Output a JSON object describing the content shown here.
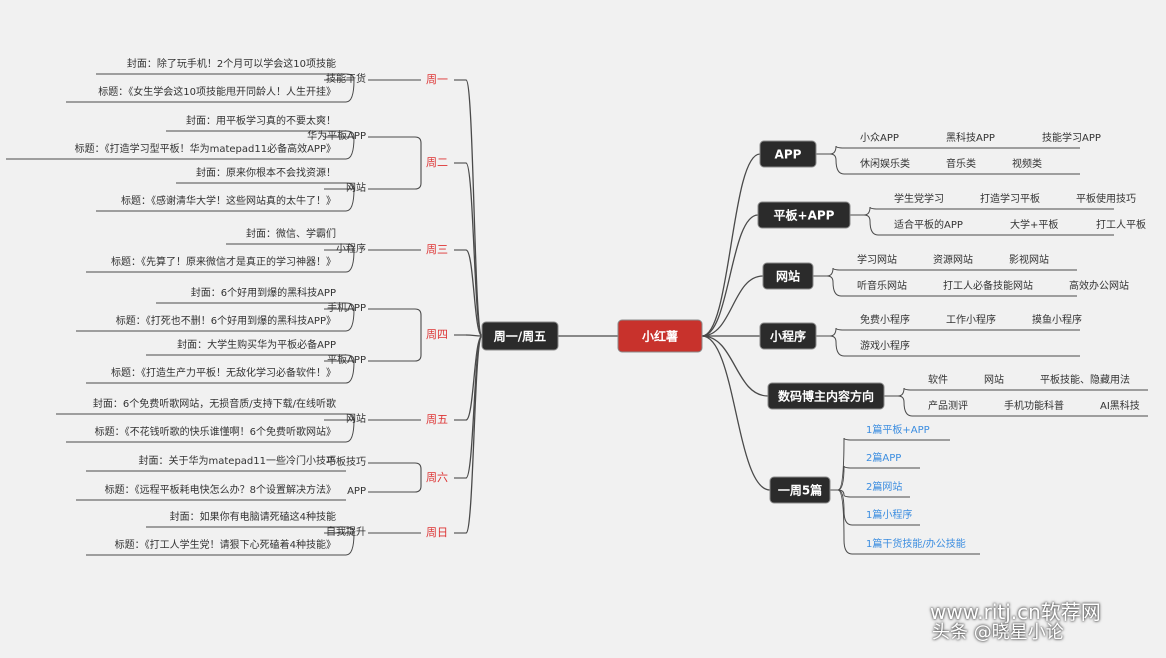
{
  "center": "小红薯",
  "left_main": "周一/周五",
  "days": [
    {
      "name": "周一",
      "categories": [
        {
          "name": "技能干货",
          "items": [
            "封面：除了玩手机！2个月可以学会这10项技能",
            "标题：《女生学会这10项技能甩开同龄人！人生开挂》"
          ]
        }
      ]
    },
    {
      "name": "周二",
      "categories": [
        {
          "name": "华为平板APP",
          "items": [
            "封面：用平板学习真的不要太爽！",
            "标题：《打造学习型平板！华为matepad11必备高效APP》"
          ]
        },
        {
          "name": "网站",
          "items": [
            "封面：原来你根本不会找资源！",
            "标题：《感谢清华大学！这些网站真的太牛了！》"
          ]
        }
      ]
    },
    {
      "name": "周三",
      "categories": [
        {
          "name": "小程序",
          "items": [
            "封面：微信、学霸们",
            "标题：《先算了！原来微信才是真正的学习神器！》"
          ]
        }
      ]
    },
    {
      "name": "周四",
      "categories": [
        {
          "name": "手机APP",
          "items": [
            "封面：6个好用到爆的黑科技APP",
            "标题：《打死也不删！6个好用到爆的黑科技APP》"
          ]
        },
        {
          "name": "平板APP",
          "items": [
            "封面：大学生购买华为平板必备APP",
            "标题：《打造生产力平板！无敌化学习必备软件！》"
          ]
        }
      ]
    },
    {
      "name": "周五",
      "categories": [
        {
          "name": "网站",
          "items": [
            "封面：6个免费听歌网站，无损音质/支持下载/在线听歌",
            "标题：《不花钱听歌的快乐谁懂啊！6个免费听歌网站》"
          ]
        }
      ]
    },
    {
      "name": "周六",
      "categories": [
        {
          "name": "平板技巧",
          "items": [
            "封面：关于华为matepad11一些冷门小技巧"
          ]
        },
        {
          "name": "APP",
          "items": [
            "标题：《远程平板耗电快怎么办？8个设置解决方法》"
          ]
        }
      ]
    },
    {
      "name": "周日",
      "categories": [
        {
          "name": "自我提升",
          "items": [
            "封面：如果你有电脑请死磕这4种技能",
            "标题：《打工人学生党！请狠下心死磕着4种技能》"
          ]
        }
      ]
    }
  ],
  "right_branches": [
    {
      "name": "APP",
      "rows": [
        [
          "小众APP",
          "黑科技APP",
          "技能学习APP"
        ],
        [
          "休闲娱乐类",
          "音乐类",
          "视频类"
        ]
      ]
    },
    {
      "name": "平板+APP",
      "rows": [
        [
          "学生党学习",
          "打造学习平板",
          "平板使用技巧"
        ],
        [
          "适合平板的APP",
          "大学+平板",
          "打工人平板"
        ]
      ]
    },
    {
      "name": "网站",
      "rows": [
        [
          "学习网站",
          "资源网站",
          "影视网站"
        ],
        [
          "听音乐网站",
          "打工人必备技能网站",
          "高效办公网站"
        ]
      ]
    },
    {
      "name": "小程序",
      "rows": [
        [
          "免费小程序",
          "工作小程序",
          "摸鱼小程序"
        ],
        [
          "游戏小程序"
        ]
      ]
    },
    {
      "name": "数码博主内容方向",
      "rows": [
        [
          "软件",
          "网站",
          "平板技能、隐藏用法"
        ],
        [
          "产品测评",
          "手机功能科普",
          "AI黑科技"
        ]
      ]
    }
  ],
  "weekly": {
    "name": "一周5篇",
    "items": [
      "1篇平板+APP",
      "2篇APP",
      "2篇网站",
      "1篇小程序",
      "1篇干货技能/办公技能"
    ]
  },
  "watermark": {
    "site": "www.ritj.cn软荐网",
    "author": "头条 @晓星小论"
  },
  "colors": {
    "center": "#c8322c",
    "node": "#2b2b2b",
    "line": "#4a4a4a",
    "day": "#d33333",
    "link": "#3b8de0"
  }
}
